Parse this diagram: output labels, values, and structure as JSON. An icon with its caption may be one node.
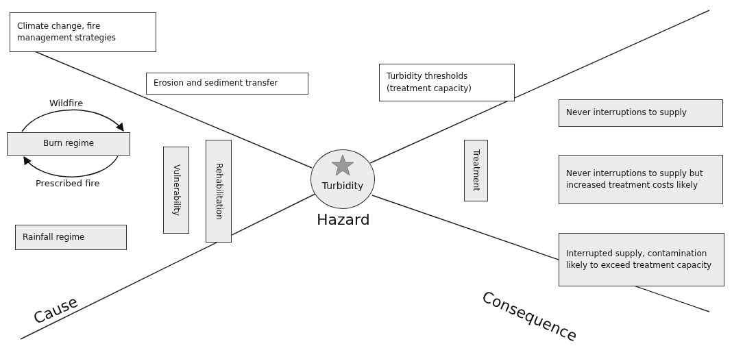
{
  "diagram": {
    "nodes": [
      {
        "text": [
          "Climate change, fire management strategies"
        ]
      },
      {
        "text": [
          "Erosion and sediment transfer"
        ]
      },
      {
        "text": [
          "Burn regime"
        ]
      },
      {
        "text": [
          "Rainfall regime"
        ]
      },
      {
        "text": [
          "Vulnerability"
        ]
      },
      {
        "text": [
          "Rehabilitation"
        ]
      },
      {
        "text": [
          "Turbidity"
        ]
      },
      {
        "text": [
          "Turbidity thresholds (treatment capacity)"
        ]
      },
      {
        "text": [
          "Treatment"
        ]
      },
      {
        "text": [
          "Never interruptions to supply"
        ]
      },
      {
        "text": [
          "Never interruptions to supply but increased treatment costs likely"
        ]
      },
      {
        "text": [
          "Interrupted supply, contamination likely to exceed treatment capacity"
        ]
      }
    ],
    "edges": [
      {
        "from": 2,
        "to": 2,
        "arrow": "to",
        "label": "Wildfire"
      },
      {
        "from": 2,
        "to": 2,
        "arrow": "to",
        "label": "Prescribed fire"
      }
    ],
    "labels": [
      "Hazard",
      "Cause",
      "Consequence"
    ]
  }
}
